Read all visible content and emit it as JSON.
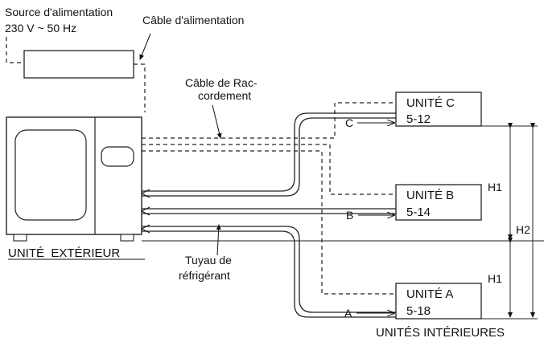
{
  "power_source": {
    "line1": "Source d'alimentation",
    "line2": "230 V ~ 50 Hz"
  },
  "labels": {
    "power_cable": "Câble d'alimentation",
    "connection_cable_line1": "Câble de Rac-",
    "connection_cable_line2": "cordement",
    "refrigerant_pipe_line1": "Tuyau de",
    "refrigerant_pipe_line2": "réfrigérant",
    "outdoor_unit": "UNITÉ  EXTÉRIEUR",
    "indoor_units": "UNITÉS INTÉRIEURES"
  },
  "indoor_units": [
    {
      "name": "UNITÉ C",
      "code": "5-12",
      "pipe": "C"
    },
    {
      "name": "UNITÉ B",
      "code": "5-14",
      "pipe": "B"
    },
    {
      "name": "UNITÉ A",
      "code": "5-18",
      "pipe": "A"
    }
  ],
  "dimensions": {
    "h1_upper": "H1",
    "h1_lower": "H1",
    "h2": "H2"
  }
}
